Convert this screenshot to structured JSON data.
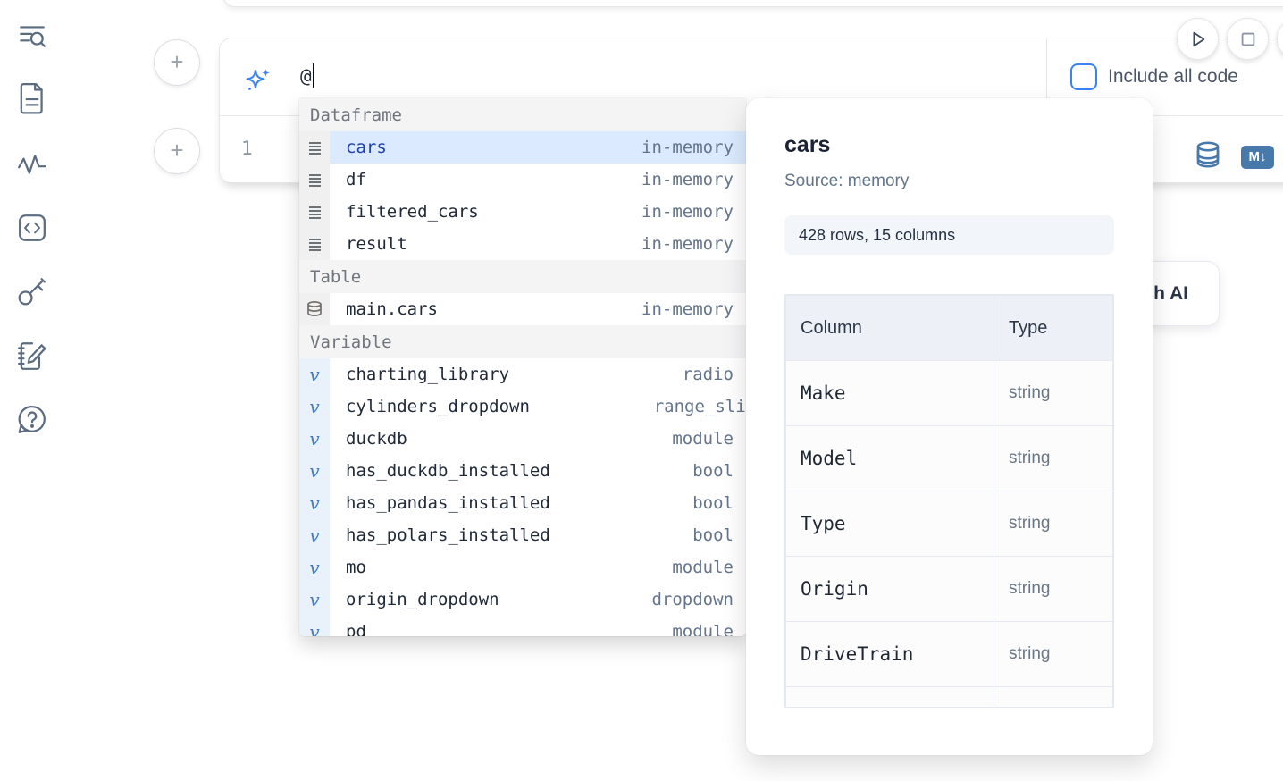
{
  "colors": {
    "accent": "#3b82f6",
    "selected_bg": "#dbeafe",
    "selected_text": "#1e40af",
    "steel_icon": "#4879ab",
    "section_bg": "#f4f4f5"
  },
  "sidebar": {
    "icons": [
      "list-search-icon",
      "file-text-icon",
      "activity-icon",
      "code-snippet-icon",
      "key-icon",
      "notebook-edit-icon",
      "help-chat-icon"
    ]
  },
  "toolbar": {
    "run_button": "play-icon",
    "stop_button": "stop-icon"
  },
  "cell": {
    "prompt_value": "@",
    "include_all_code_label": "Include all code",
    "line_number": "1",
    "markdown_badge": "M↓"
  },
  "completion": {
    "sections": [
      {
        "label": "Dataframe",
        "items": [
          {
            "name": "cars",
            "type": "in-memory",
            "selected": true
          },
          {
            "name": "df",
            "type": "in-memory"
          },
          {
            "name": "filtered_cars",
            "type": "in-memory"
          },
          {
            "name": "result",
            "type": "in-memory"
          }
        ]
      },
      {
        "label": "Table",
        "items": [
          {
            "name": "main.cars",
            "type": "in-memory"
          }
        ]
      },
      {
        "label": "Variable",
        "items": [
          {
            "name": "charting_library",
            "type": "radio"
          },
          {
            "name": "cylinders_dropdown",
            "type": "range_slider"
          },
          {
            "name": "duckdb",
            "type": "module"
          },
          {
            "name": "has_duckdb_installed",
            "type": "bool"
          },
          {
            "name": "has_pandas_installed",
            "type": "bool"
          },
          {
            "name": "has_polars_installed",
            "type": "bool"
          },
          {
            "name": "mo",
            "type": "module"
          },
          {
            "name": "origin_dropdown",
            "type": "dropdown"
          },
          {
            "name": "pd",
            "type": "module"
          }
        ]
      }
    ]
  },
  "panel": {
    "title": "cars",
    "source": "Source: memory",
    "shape_badge": "428 rows, 15 columns",
    "table": {
      "headers": [
        "Column",
        "Type"
      ],
      "rows": [
        [
          "Make",
          "string"
        ],
        [
          "Model",
          "string"
        ],
        [
          "Type",
          "string"
        ],
        [
          "Origin",
          "string"
        ],
        [
          "DriveTrain",
          "string"
        ]
      ]
    }
  },
  "ai_card": {
    "label": "with AI"
  }
}
